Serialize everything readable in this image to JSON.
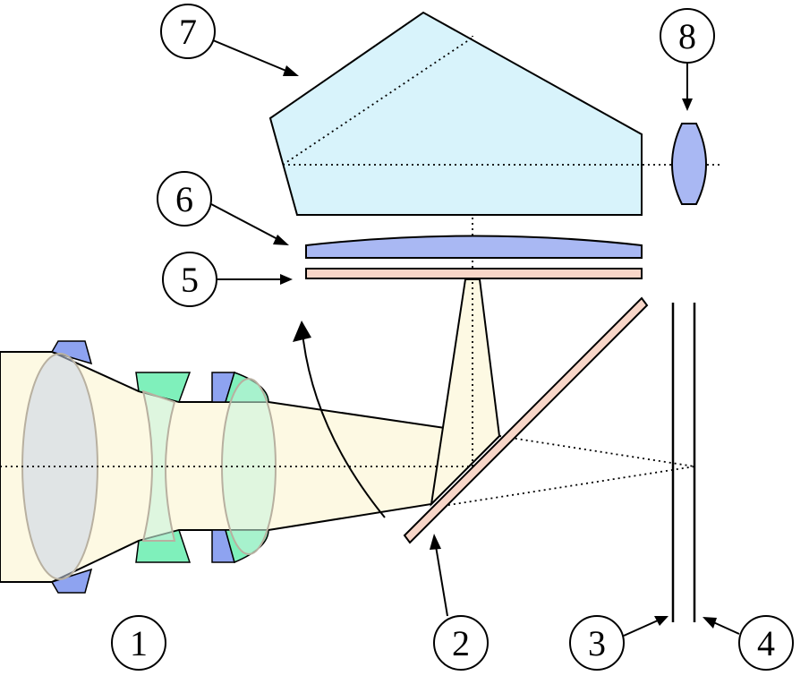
{
  "labels": {
    "n1": "1",
    "n2": "2",
    "n3": "3",
    "n4": "4",
    "n5": "5",
    "n6": "6",
    "n7": "7",
    "n8": "8"
  },
  "colors": {
    "light_beam": "#fdf9e3",
    "prism_fill": "#d8f3fb",
    "lens_blue": "#8ea3f0",
    "lens_green": "#7ff0bb",
    "mirror_pink": "#f8d6c8",
    "stroke": "#000000"
  },
  "icons": [
    "objective-lens-icon",
    "mirror-icon",
    "pentaprism-icon",
    "eyepiece-lens-icon",
    "focusing-screen-icon"
  ]
}
